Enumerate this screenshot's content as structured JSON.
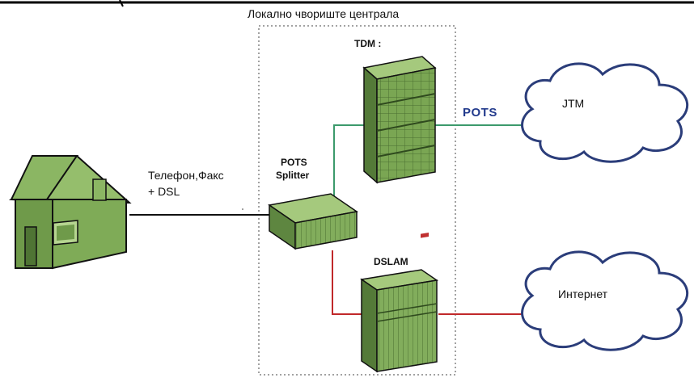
{
  "central_office": {
    "label": "Локално чвориште централа"
  },
  "tdm": {
    "label": "TDM :"
  },
  "splitter": {
    "label_line1": "POTS",
    "label_line2": "Splitter"
  },
  "dslam": {
    "label": "DSLAM"
  },
  "links": {
    "pots_label": "POTS",
    "home_line1": "Телефон,Факс",
    "home_line2": "+ DSL"
  },
  "clouds": {
    "jtm": "JTM",
    "internet": "Интернет"
  },
  "colors": {
    "device_green": "#6f9a4a",
    "green_line": "#3c9a6c",
    "red_line": "#c0282a",
    "pots_text": "#223a8c"
  }
}
